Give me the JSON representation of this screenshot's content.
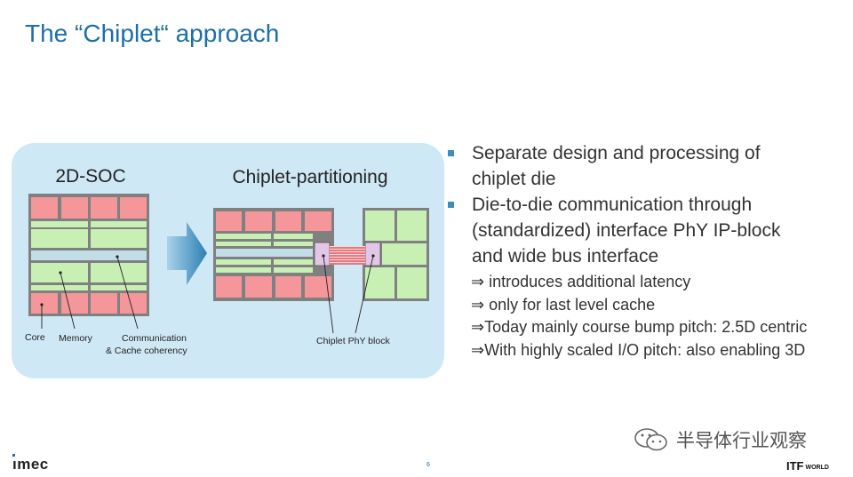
{
  "slide": {
    "title": "The  “Chiplet“ approach"
  },
  "diagram": {
    "left_title": "2D-SOC",
    "right_title": "Chiplet-partitioning",
    "labels": {
      "core": "Core",
      "memory": "Memory",
      "communication_line1": "Communication",
      "communication_line2": "& Cache coherency",
      "phy": "Chiplet PhY block"
    },
    "colors": {
      "core": "#f4969a",
      "memory": "#c8f0b4",
      "cache": "#c2dce8",
      "phy": "#e2c6e6",
      "bus": "#e0404a",
      "arrow": "#2d7fb4",
      "panel": "#cfe8f6"
    }
  },
  "bullets": [
    {
      "text_line1": "Separate design and processing of",
      "text_line2": "chiplet die"
    },
    {
      "text_line1": "Die-to-die communication through",
      "text_line2": "(standardized) interface PhY IP-block",
      "text_line3": "and wide bus interface",
      "subs": [
        "⇒ introduces additional latency",
        "⇒ only for last level cache",
        "⇒Today mainly course bump pitch: 2.5D centric",
        "⇒With highly scaled I/O pitch: also enabling 3D"
      ]
    }
  ],
  "footer": {
    "logo": "ımec",
    "page": "6",
    "itf": "ITF",
    "itf_small": "WORLD",
    "watermark": "半导体行业观察"
  }
}
